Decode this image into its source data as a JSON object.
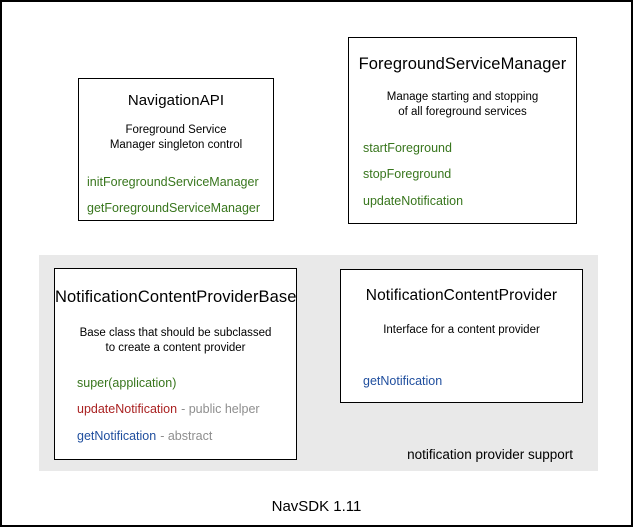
{
  "diagram": {
    "caption": "NavSDK 1.11",
    "region_label": "notification provider support"
  },
  "colors": {
    "method_green": "#38761d",
    "method_red": "#aa2222",
    "method_blue": "#1f4e9e",
    "note_gray": "#8e8e8e",
    "region_background": "#e9e9e9",
    "box_border": "#000000",
    "page_background": "#ffffff"
  },
  "boxes": [
    {
      "id": "navigation-api",
      "title": "NavigationAPI",
      "description": [
        "Foreground Service",
        "Manager singleton control"
      ],
      "methods": [
        {
          "label": "initForegroundServiceManager",
          "color": "green"
        },
        {
          "label": "getForegroundServiceManager",
          "color": "green"
        }
      ]
    },
    {
      "id": "foreground-service-manager",
      "title": "ForegroundServiceManager",
      "description": [
        "Manage starting and stopping",
        "of all foreground services"
      ],
      "methods": [
        {
          "label": "startForeground",
          "color": "green"
        },
        {
          "label": "stopForeground",
          "color": "green"
        },
        {
          "label": "updateNotification",
          "color": "green"
        }
      ]
    },
    {
      "id": "notification-content-provider-base",
      "title": "NotificationContentProviderBase",
      "description": [
        "Base class that should be subclassed",
        "to create a content provider"
      ],
      "methods": [
        {
          "label": "super(application)",
          "color": "green"
        },
        {
          "label": "updateNotification",
          "color": "red",
          "note": "- public helper"
        },
        {
          "label": "getNotification",
          "color": "blue",
          "note": "- abstract"
        }
      ]
    },
    {
      "id": "notification-content-provider",
      "title": "NotificationContentProvider",
      "description": [
        "Interface for a content provider"
      ],
      "methods": [
        {
          "label": "getNotification",
          "color": "blue"
        }
      ]
    }
  ]
}
